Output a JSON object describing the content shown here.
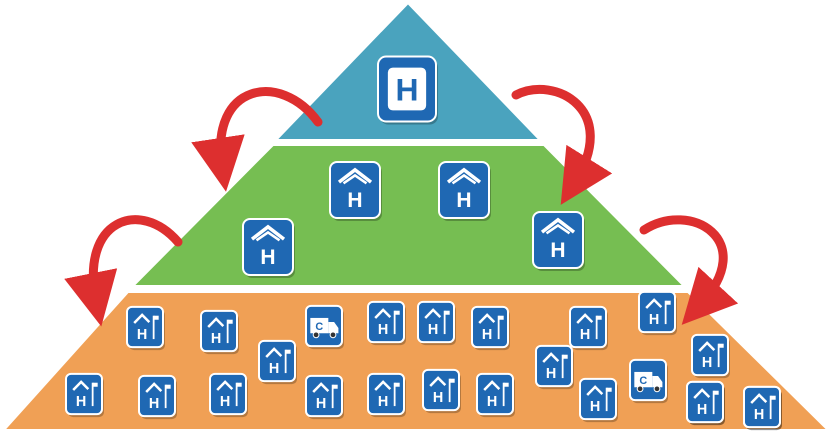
{
  "diagram": {
    "tiers": [
      {
        "id": "top",
        "color": "#4aa3be",
        "glyph": "H"
      },
      {
        "id": "middle",
        "color": "#76be52",
        "glyph": "H"
      },
      {
        "id": "bottom",
        "color": "#f0a055",
        "glyph": "H"
      }
    ],
    "icon_color": "#1f68b3",
    "arrow_color": "#dd2f2f",
    "top_icons": [
      {
        "icon": "hospital-icon",
        "glyph": "H"
      }
    ],
    "middle_icons": [
      {
        "icon": "house-clinic-icon",
        "glyph": "H"
      },
      {
        "icon": "house-clinic-icon",
        "glyph": "H"
      },
      {
        "icon": "house-clinic-icon",
        "glyph": "H"
      },
      {
        "icon": "house-clinic-icon",
        "glyph": "H"
      }
    ],
    "bottom_icons": [
      {
        "icon": "small-clinic-icon",
        "glyph": "H"
      },
      {
        "icon": "small-clinic-icon",
        "glyph": "H"
      },
      {
        "icon": "ambulance-icon",
        "glyph": "C"
      },
      {
        "icon": "small-clinic-icon",
        "glyph": "H"
      },
      {
        "icon": "small-clinic-icon",
        "glyph": "H"
      },
      {
        "icon": "small-clinic-icon",
        "glyph": "H"
      },
      {
        "icon": "small-clinic-icon",
        "glyph": "H"
      },
      {
        "icon": "small-clinic-icon",
        "glyph": "H"
      },
      {
        "icon": "small-clinic-icon",
        "glyph": "H"
      },
      {
        "icon": "small-clinic-icon",
        "glyph": "H"
      },
      {
        "icon": "ambulance-icon",
        "glyph": "C"
      },
      {
        "icon": "small-clinic-icon",
        "glyph": "H"
      },
      {
        "icon": "small-clinic-icon",
        "glyph": "H"
      },
      {
        "icon": "small-clinic-icon",
        "glyph": "H"
      },
      {
        "icon": "small-clinic-icon",
        "glyph": "H"
      },
      {
        "icon": "small-clinic-icon",
        "glyph": "H"
      },
      {
        "icon": "small-clinic-icon",
        "glyph": "H"
      },
      {
        "icon": "small-clinic-icon",
        "glyph": "H"
      },
      {
        "icon": "small-clinic-icon",
        "glyph": "H"
      },
      {
        "icon": "small-clinic-icon",
        "glyph": "H"
      },
      {
        "icon": "small-clinic-icon",
        "glyph": "H"
      },
      {
        "icon": "small-clinic-icon",
        "glyph": "H"
      },
      {
        "icon": "small-clinic-icon",
        "glyph": "H"
      },
      {
        "icon": "small-clinic-icon",
        "glyph": "H"
      }
    ],
    "arrows": [
      {
        "id": "arrow-top-left-down"
      },
      {
        "id": "arrow-top-right-up"
      },
      {
        "id": "arrow-middle-left-down"
      },
      {
        "id": "arrow-middle-right-up"
      }
    ]
  }
}
